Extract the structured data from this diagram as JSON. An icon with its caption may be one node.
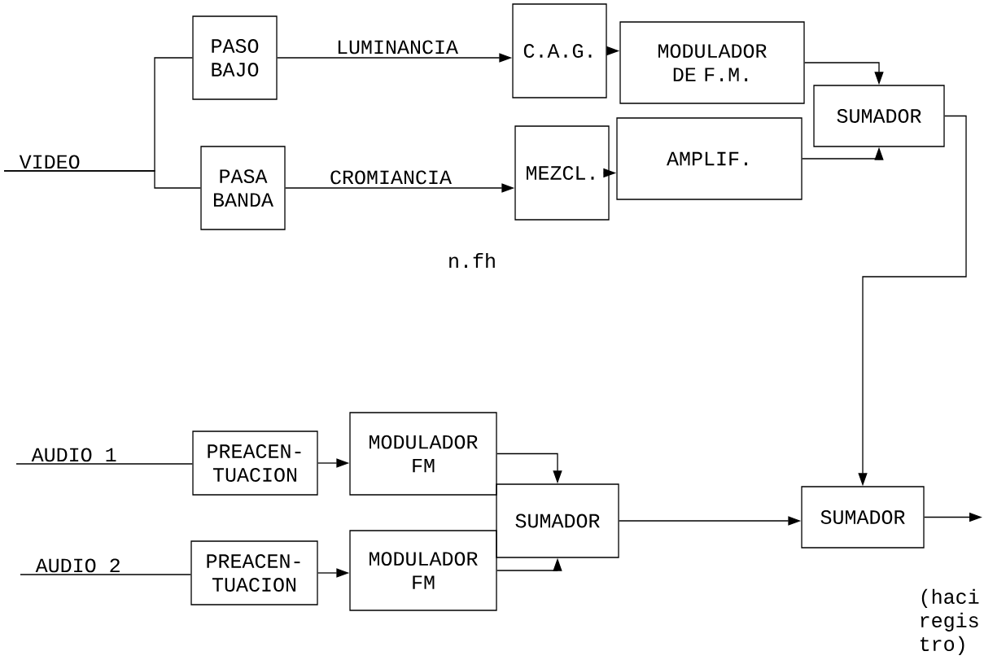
{
  "diagram": {
    "nodes": [
      {
        "text": [
          "PASO BAJO"
        ]
      },
      {
        "text": [
          "PASA BANDA"
        ]
      },
      {
        "text": [
          "C.A.G."
        ]
      },
      {
        "text": [
          "MODULADOR DE F.M."
        ]
      },
      {
        "text": [
          "MEZCL."
        ]
      },
      {
        "text": [
          "AMPLIF."
        ]
      },
      {
        "text": [
          "SUMADOR"
        ]
      },
      {
        "text": [
          "PREACEN- TUACION"
        ]
      },
      {
        "text": [
          "MODULADOR FM"
        ]
      },
      {
        "text": [
          "SUMADOR"
        ]
      },
      {
        "text": [
          "PREACEN- TUACION"
        ]
      },
      {
        "text": [
          "MODULADOR FM"
        ]
      },
      {
        "text": [
          "SUMADOR"
        ]
      },
      {
        "text": [
          "VIDEO"
        ]
      },
      {
        "text": [
          "AUDIO 1"
        ]
      },
      {
        "text": [
          "AUDIO 2"
        ]
      }
    ],
    "edges": [
      {
        "from": 13,
        "to": 0,
        "arrow": "none"
      },
      {
        "from": 13,
        "to": 1,
        "arrow": "none"
      },
      {
        "from": 0,
        "to": 2,
        "arrow": "to",
        "label": "LUMINANCIA"
      },
      {
        "from": 1,
        "to": 4,
        "arrow": "to",
        "label": "CROMIANCIA"
      },
      {
        "from": 2,
        "to": 3,
        "arrow": "to"
      },
      {
        "from": 4,
        "to": 5,
        "arrow": "to"
      },
      {
        "from": 3,
        "to": 6,
        "arrow": "to"
      },
      {
        "from": 5,
        "to": 6,
        "arrow": "to"
      },
      {
        "from": 6,
        "to": 12,
        "arrow": "to"
      },
      {
        "from": 14,
        "to": 7,
        "arrow": "none"
      },
      {
        "from": 15,
        "to": 10,
        "arrow": "none"
      },
      {
        "from": 7,
        "to": 8,
        "arrow": "to"
      },
      {
        "from": 10,
        "to": 11,
        "arrow": "to"
      },
      {
        "from": 8,
        "to": 9,
        "arrow": "to"
      },
      {
        "from": 11,
        "to": 9,
        "arrow": "to"
      },
      {
        "from": 9,
        "to": 12,
        "arrow": "to"
      },
      {
        "from": 12,
        "to": null,
        "arrow": "to"
      }
    ],
    "labels": [
      "n.fh",
      "(haci regis tro)"
    ]
  }
}
